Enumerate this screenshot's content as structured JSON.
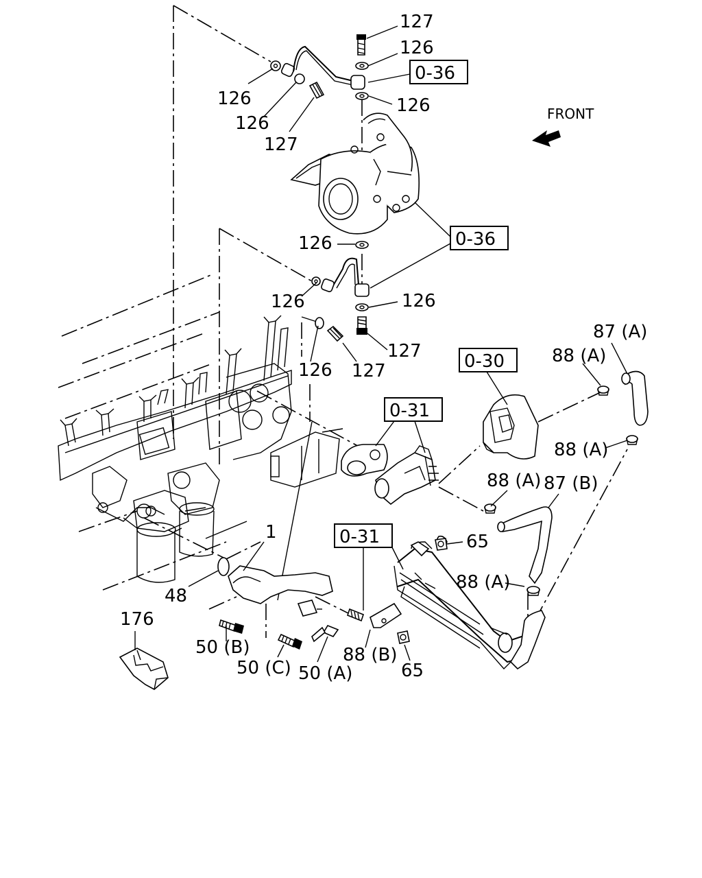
{
  "front_label": "FRONT",
  "ref_boxes": {
    "r1": "0-36",
    "r2": "0-36",
    "r3": "0-30",
    "r4": "0-31",
    "r5": "0-31"
  },
  "callouts": {
    "c127a": "127",
    "c126a": "126",
    "c126b": "126",
    "c126c": "126",
    "c127b": "127",
    "c126d": "126",
    "c126e": "126",
    "c126f": "126",
    "c126g": "126",
    "c126h": "126",
    "c127c": "127",
    "c127d": "127",
    "c87a": "87 (A)",
    "c88a1": "88 (A)",
    "c88a2": "88 (A)",
    "c88a3": "88 (A)",
    "c87b": "87 (B)",
    "c88a4": "88 (A)",
    "c65a": "65",
    "c1": "1",
    "c48": "48",
    "c176": "176",
    "c50b": "50 (B)",
    "c50c": "50 (C)",
    "c50a": "50 (A)",
    "c88b": "88 (B)",
    "c65b": "65"
  },
  "colors": {
    "ink": "#000000",
    "paper": "#ffffff"
  }
}
